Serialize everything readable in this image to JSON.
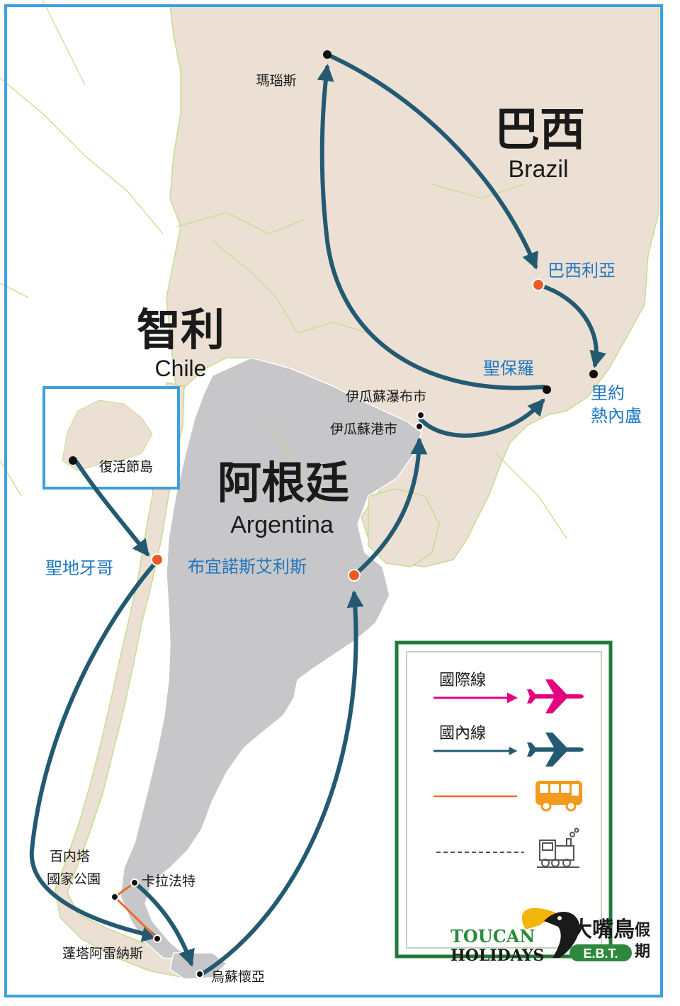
{
  "map": {
    "countries": {
      "brazil": {
        "zh": "巴西",
        "en": "Brazil"
      },
      "chile": {
        "zh": "智利",
        "en": "Chile"
      },
      "argentina": {
        "zh": "阿根廷",
        "en": "Argentina"
      }
    },
    "cities": {
      "manaus": "瑪瑙斯",
      "brasilia": "巴西利亞",
      "sao_paulo": "聖保羅",
      "rio_line1": "里約",
      "rio_line2": "熱內盧",
      "iguazu_falls": "伊瓜蘇瀑布市",
      "iguazu_port": "伊瓜蘇港市",
      "easter_island": "復活節島",
      "santiago": "聖地牙哥",
      "buenos_aires": "布宜諾斯艾利斯",
      "torres_line1": "百内塔",
      "torres_line2": "國家公園",
      "calafate": "卡拉法特",
      "punta_arenas": "蓬塔阿雷納斯",
      "ushuaia": "烏蘇懷亞"
    },
    "colors": {
      "land_brazil": "#ece0d4",
      "land_argentina": "#c7c6c8",
      "ocean": "#ffffff",
      "border_line": "#c6dc8e",
      "route_domestic": "#235a72",
      "route_international": "#e5007f",
      "route_bus": "#ec6b2d",
      "city_blue": "#1e77c0",
      "dot_orange": "#ec5a24",
      "frame_blue": "#3ba0dd",
      "legend_green": "#1f7a3a",
      "bus_icon": "#f39a1e"
    }
  },
  "legend": {
    "international": "國際線",
    "domestic": "國內線",
    "international_icon": "plane-icon",
    "domestic_icon": "plane-icon",
    "bus_icon": "bus-icon",
    "train_icon": "train-icon"
  },
  "logo": {
    "en_line1": "TOUCAN",
    "en_line2": "HOLIDAYS",
    "zh_name": "大嘴鳥",
    "zh_holiday1": "假",
    "zh_holiday2": "期",
    "abbr": "E.B.T."
  }
}
